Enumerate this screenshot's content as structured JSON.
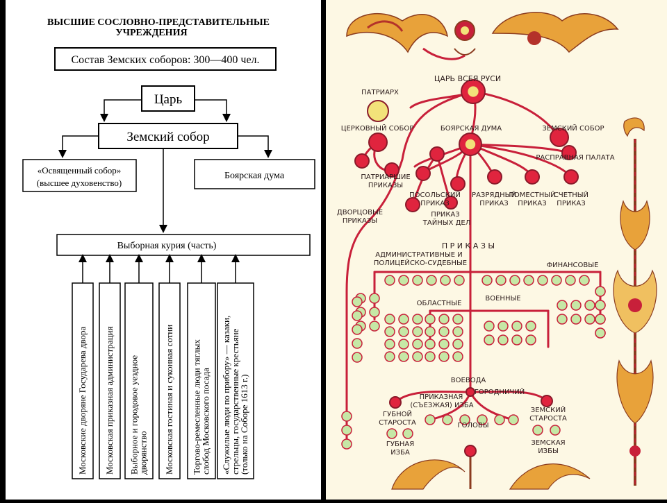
{
  "left": {
    "title_line1": "ВЫСШИЕ СОСЛОВНО-ПРЕДСТАВИТЕЛЬНЫЕ",
    "title_line2": "УЧРЕЖДЕНИЯ",
    "composition": "Состав Земских соборов: 300—400 чел.",
    "tsar": "Царь",
    "zemsky_sobor": "Земский собор",
    "consecrated_line1": "«Освященный собор»",
    "consecrated_line2": "(высшее духовенство)",
    "boyar_duma": "Боярская дума",
    "elected_curia": "Выборная курия (часть)",
    "columns": [
      [
        "Московские дворяне Государева двора"
      ],
      [
        "Московская приказная администрация"
      ],
      [
        "Выборное и городовое уездное",
        "дворянство"
      ],
      [
        "Московская гостиная и суконная сотни"
      ],
      [
        "Торгово-ремесленные люди тяглых",
        "слобод Московского посада"
      ],
      [
        "«Служилые люди по прибору» — казаки,",
        "стрельцы, государственные крестьяне",
        "(только на Соборе 1613 г.)"
      ]
    ]
  },
  "right": {
    "tsar": "ЦАРЬ ВСЕЯ РУСИ",
    "patriarch": "ПАТРИАРХ",
    "church_council": "ЦЕРКОВНЫЙ СОБОР",
    "boyar_duma": "БОЯРСКАЯ ДУМА",
    "zemsky_sobor": "ЗЕМСКИЙ СОБОР",
    "raspravnaya": "РАСПРАВНАЯ ПАЛАТА",
    "patriarch_prikazy_1": "ПАТРИАРШИЕ",
    "patriarch_prikazy_2": "ПРИКАЗЫ",
    "posolsky_1": "ПОСОЛЬСКИЙ",
    "posolsky_2": "ПРИКАЗ",
    "razryadny_1": "РАЗРЯДНЫЙ",
    "razryadny_2": "ПРИКАЗ",
    "pomestny_1": "ПОМЕСТНЫЙ",
    "pomestny_2": "ПРИКАЗ",
    "schetny_1": "СЧЕТНЫЙ",
    "schetny_2": "ПРИКАЗ",
    "palace_1": "ДВОРЦОВЫЕ",
    "palace_2": "ПРИКАЗЫ",
    "secret_1": "ПРИКАЗ",
    "secret_2": "ТАЙНЫХ ДЕЛ",
    "prikazy": "П Р И К А З Ы",
    "admin_1": "АДМИНИСТРАТИВНЫЕ И",
    "admin_2": "ПОЛИЦЕЙСКО-СУДЕБНЫЕ",
    "financial": "ФИНАНСОВЫЕ",
    "regional": "ОБЛАСТНЫЕ",
    "military": "ВОЕННЫЕ",
    "voevoda": "ВОЕВОДА",
    "prikaznaya_1": "ПРИКАЗНАЯ",
    "prikaznaya_2": "(СЪЕЗЖАЯ) ИЗБА",
    "gorodnichy": "ГОРОДНИЧИЙ",
    "gubnoy_1": "ГУБНОЙ",
    "gubnoy_2": "СТАРОСТА",
    "zemsky_st_1": "ЗЕМСКИЙ",
    "zemsky_st_2": "СТАРОСТА",
    "golovy": "ГОЛОВЫ",
    "gubnaya_1": "ГУБНАЯ",
    "gubnaya_2": "ИЗБА",
    "zemskaya_1": "ЗЕМСКАЯ",
    "zemskaya_2": "ИЗБЫ"
  },
  "colors": {
    "line_red": "#c8203a",
    "node_red": "#e0243e",
    "node_green": "#c6e8a6",
    "node_yellow": "#f2e27a",
    "ornament_orange": "#e8a23a",
    "paper": "#fdf8e4"
  }
}
